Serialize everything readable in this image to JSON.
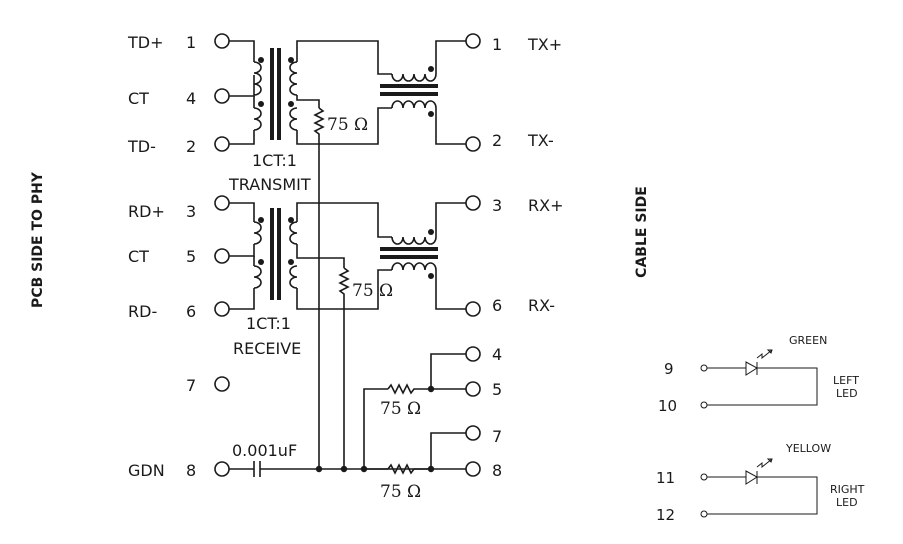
{
  "side_labels": {
    "pcb": "PCB SIDE TO PHY",
    "cable": "CABLE SIDE"
  },
  "left_pins": [
    {
      "name": "TD+",
      "num": "1"
    },
    {
      "name": "CT",
      "num": "4"
    },
    {
      "name": "TD-",
      "num": "2"
    },
    {
      "name": "RD+",
      "num": "3"
    },
    {
      "name": "CT",
      "num": "5"
    },
    {
      "name": "RD-",
      "num": "6"
    },
    {
      "name": "",
      "num": "7"
    },
    {
      "name": "GDN",
      "num": "8"
    }
  ],
  "right_pins": [
    {
      "num": "1",
      "name": "TX+"
    },
    {
      "num": "2",
      "name": "TX-"
    },
    {
      "num": "3",
      "name": "RX+"
    },
    {
      "num": "6",
      "name": "RX-"
    },
    {
      "num": "4",
      "name": ""
    },
    {
      "num": "5",
      "name": ""
    },
    {
      "num": "7",
      "name": ""
    },
    {
      "num": "8",
      "name": ""
    }
  ],
  "transformers": {
    "transmit": {
      "ratio": "1CT:1",
      "name": "TRANSMIT"
    },
    "receive": {
      "ratio": "1CT:1",
      "name": "RECEIVE"
    }
  },
  "resistors": [
    "75 Ω",
    "75 Ω",
    "75 Ω",
    "75 Ω"
  ],
  "capacitor": "0.001uF",
  "leds": {
    "left": {
      "pins": [
        "9",
        "10"
      ],
      "color": "GREEN",
      "label_line1": "LEFT",
      "label_line2": "LED"
    },
    "right": {
      "pins": [
        "11",
        "12"
      ],
      "color": "YELLOW",
      "label_line1": "RIGHT",
      "label_line2": "LED"
    }
  }
}
